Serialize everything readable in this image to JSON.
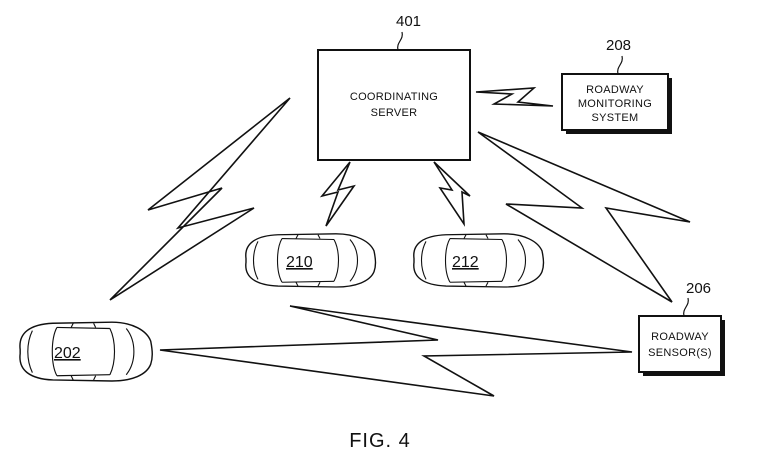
{
  "server": {
    "ref": "401",
    "line1": "COORDINATING",
    "line2": "SERVER"
  },
  "monitoring": {
    "ref": "208",
    "line1": "ROADWAY",
    "line2": "MONITORING",
    "line3": "SYSTEM"
  },
  "sensor": {
    "ref": "206",
    "line1": "ROADWAY",
    "line2": "SENSOR(S)"
  },
  "cars": [
    {
      "label": "202"
    },
    {
      "label": "210"
    },
    {
      "label": "212"
    }
  ],
  "figure_caption": "FIG. 4"
}
